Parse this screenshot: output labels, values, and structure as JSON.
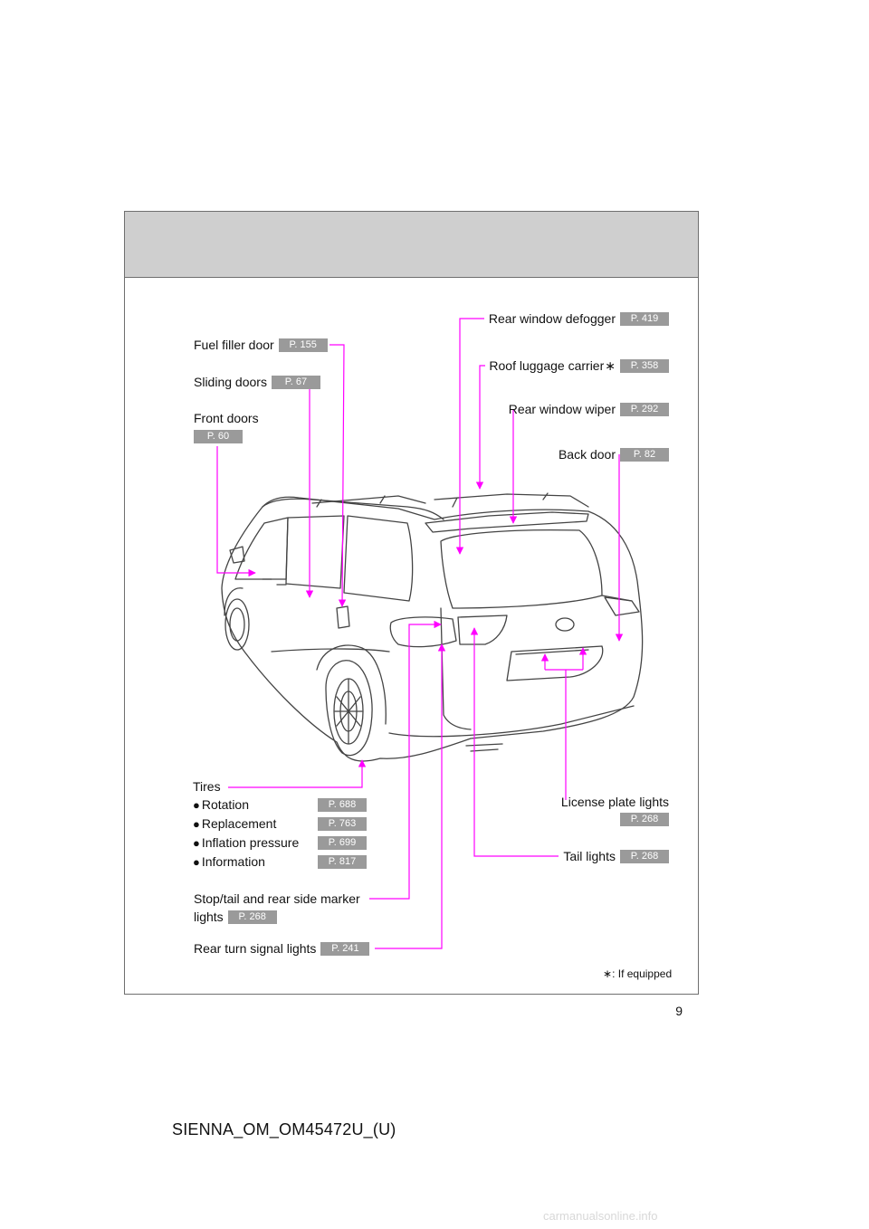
{
  "page": {
    "page_number": "9",
    "footer_code": "SIENNA_OM_OM45472U_(U)",
    "site_watermark": "carmanualsonline.info"
  },
  "footnote": {
    "symbol": "∗",
    "text": ": If equipped"
  },
  "labels": {
    "fuel_filler_door": {
      "text": "Fuel filler door",
      "page": "P. 155"
    },
    "sliding_doors": {
      "text": "Sliding doors",
      "page": "P. 67"
    },
    "front_doors": {
      "text": "Front doors",
      "page": "P. 60"
    },
    "rear_window_defogger": {
      "text": "Rear window defogger",
      "page": "P. 419"
    },
    "roof_luggage_carrier": {
      "text": "Roof luggage carrier",
      "suffix": "∗",
      "page": "P. 358"
    },
    "rear_window_wiper": {
      "text": "Rear window wiper",
      "page": "P. 292"
    },
    "back_door": {
      "text": "Back door",
      "page": "P. 82"
    },
    "license_plate_lights": {
      "text": "License plate lights",
      "page": "P. 268"
    },
    "tail_lights": {
      "text": "Tail lights",
      "page": "P. 268"
    },
    "stop_tail_marker": {
      "line1": "Stop/tail and rear side marker",
      "line2": "lights",
      "page": "P. 268"
    },
    "rear_turn_signal": {
      "text": "Rear turn signal lights",
      "page": "P. 241"
    }
  },
  "tires": {
    "title": "Tires",
    "bullet": "●",
    "items": [
      {
        "text": "Rotation",
        "page": "P. 688"
      },
      {
        "text": "Replacement",
        "page": "P. 763"
      },
      {
        "text": "Inflation pressure",
        "page": "P. 699"
      },
      {
        "text": "Information",
        "page": "P. 817"
      }
    ]
  },
  "colors": {
    "leader": "#ff00ff",
    "badge": "#9a9a9a",
    "header": "#cfcfcf",
    "drawing": "#444444"
  },
  "icons": {
    "vehicle": "minivan-rear-three-quarter-illustration"
  }
}
